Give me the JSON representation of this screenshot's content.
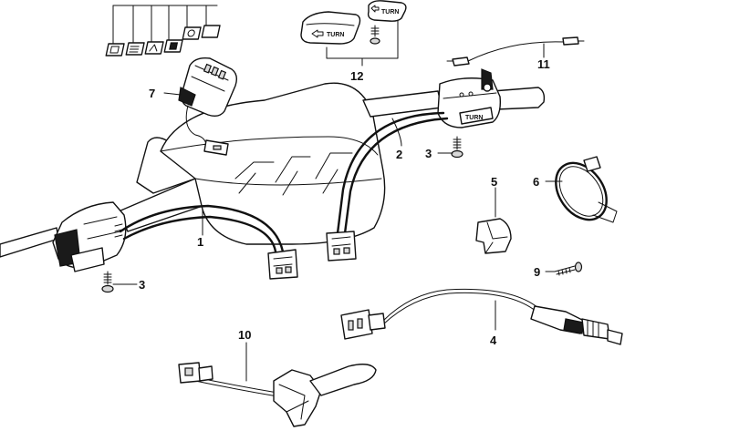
{
  "callouts": {
    "c1": "1",
    "c2": "2",
    "c3a": "3",
    "c3b": "3",
    "c4": "4",
    "c5": "5",
    "c6": "6",
    "c7": "7",
    "c9": "9",
    "c10": "10",
    "c11": "11",
    "c12": "12"
  },
  "part_text": {
    "turn_cap_large": "TURN",
    "turn_cap_small": "TURN"
  }
}
